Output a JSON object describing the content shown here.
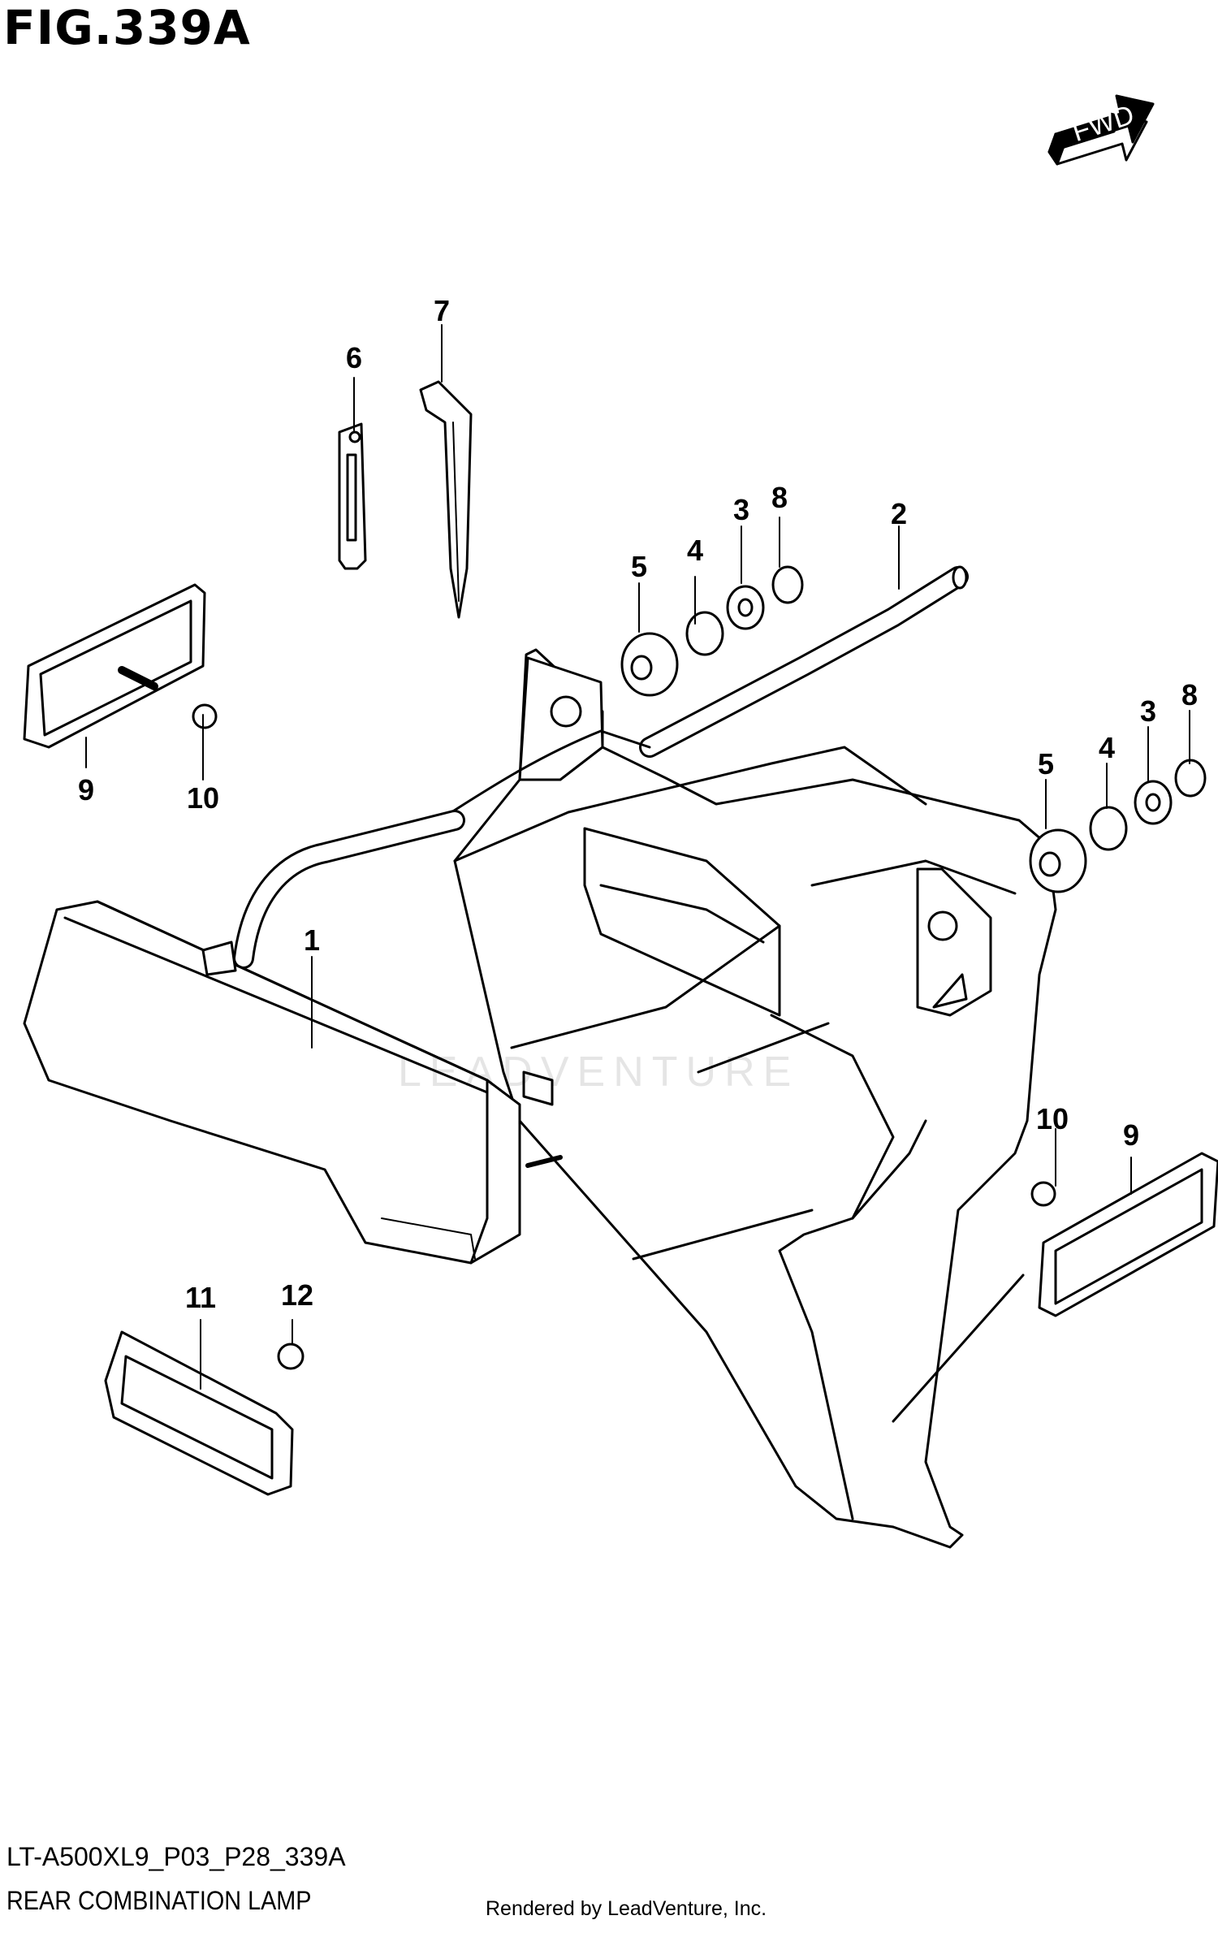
{
  "figure": {
    "title": "FIG.339A",
    "direction_label": "FWD",
    "model_code": "LT-A500XL9_P03_P28_339A",
    "caption": "REAR COMBINATION LAMP",
    "credit": "Rendered by LeadVenture, Inc.",
    "watermark": "LEADVENTURE"
  },
  "callouts": [
    {
      "id": "c1",
      "label": "1"
    },
    {
      "id": "c2",
      "label": "2"
    },
    {
      "id": "c3a",
      "label": "3"
    },
    {
      "id": "c3b",
      "label": "3"
    },
    {
      "id": "c4a",
      "label": "4"
    },
    {
      "id": "c4b",
      "label": "4"
    },
    {
      "id": "c5a",
      "label": "5"
    },
    {
      "id": "c5b",
      "label": "5"
    },
    {
      "id": "c6",
      "label": "6"
    },
    {
      "id": "c7",
      "label": "7"
    },
    {
      "id": "c8a",
      "label": "8"
    },
    {
      "id": "c8b",
      "label": "8"
    },
    {
      "id": "c9a",
      "label": "9"
    },
    {
      "id": "c9b",
      "label": "9"
    },
    {
      "id": "c10a",
      "label": "10"
    },
    {
      "id": "c10b",
      "label": "10"
    },
    {
      "id": "c11",
      "label": "11"
    },
    {
      "id": "c12",
      "label": "12"
    }
  ],
  "colors": {
    "line": "#000000",
    "background": "#ffffff",
    "watermark": "#d9d9d9"
  }
}
